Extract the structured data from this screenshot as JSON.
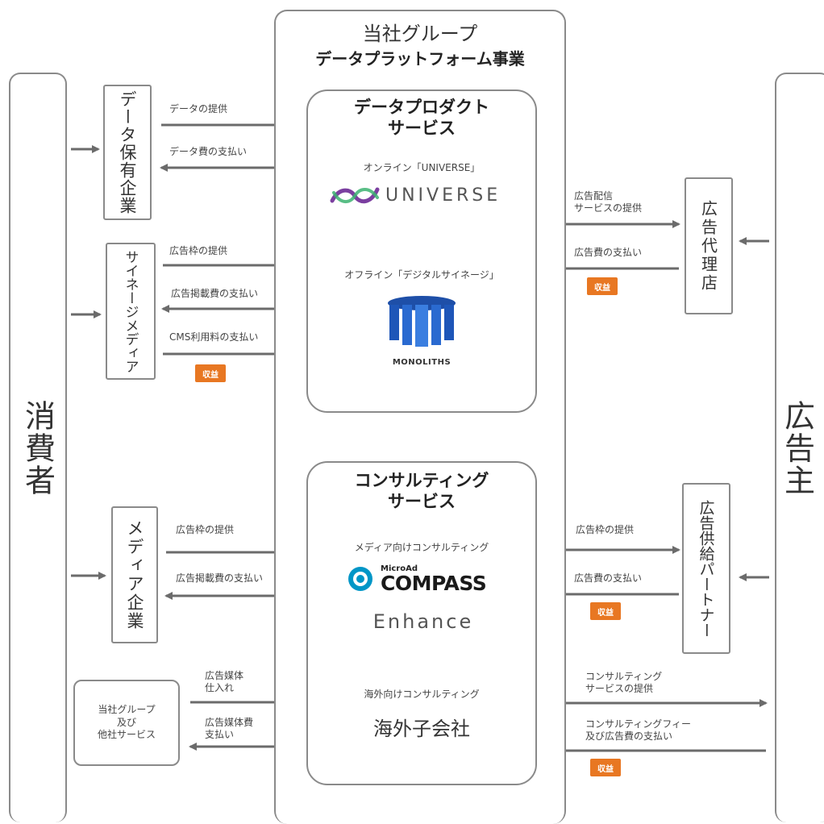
{
  "nodes": {
    "consumer": "消費者",
    "advertiser": "広告主",
    "data_holder": "データ保有企業",
    "signage_media": "サイネージメディア",
    "media_company": "メディア企業",
    "group_other": "当社グループ\n及び\n他社サービス",
    "ad_agency": "広告代理店",
    "ad_partner": "広告供給パートナー"
  },
  "platform": {
    "title_line1": "当社グループ",
    "title_line2": "データプラットフォーム事業"
  },
  "data_product": {
    "title": "データプロダクト\nサービス",
    "online_label": "オンライン「UNIVERSE」",
    "universe_logo": "UNIVERSE",
    "offline_label": "オフライン「デジタルサイネージ」",
    "monoliths_logo": "MONOLITHS"
  },
  "consulting": {
    "title": "コンサルティング\nサービス",
    "media_label": "メディア向けコンサルティング",
    "compass_small": "MicroAd",
    "compass_logo": "COMPASS",
    "enhance_logo": "Enhance",
    "overseas_label": "海外向けコンサルティング",
    "overseas_sub": "海外子会社"
  },
  "flows": {
    "data_provide": "データの提供",
    "data_fee": "データ費の支払い",
    "adslot_provide_1": "広告枠の提供",
    "ad_placement_fee_1": "広告掲載費の支払い",
    "cms_fee": "CMS利用料の支払い",
    "adslot_provide_2": "広告枠の提供",
    "ad_placement_fee_2": "広告掲載費の支払い",
    "ad_media_purchase": "広告媒体\n仕入れ",
    "ad_media_fee": "広告媒体費\n支払い",
    "ad_delivery_service": "広告配信\nサービスの提供",
    "ad_fee_1": "広告費の支払い",
    "adslot_provide_3": "広告枠の提供",
    "ad_fee_2": "広告費の支払い",
    "consulting_provide": "コンサルティング\nサービスの提供",
    "consulting_fee": "コンサルティングフィー\n及び広告費の支払い"
  },
  "badges": {
    "revenue": "収益"
  },
  "colors": {
    "arrow": "#6b6b6b",
    "border": "#8a8a8a",
    "badge": "#e87722",
    "compass_blue": "#0096c7"
  }
}
